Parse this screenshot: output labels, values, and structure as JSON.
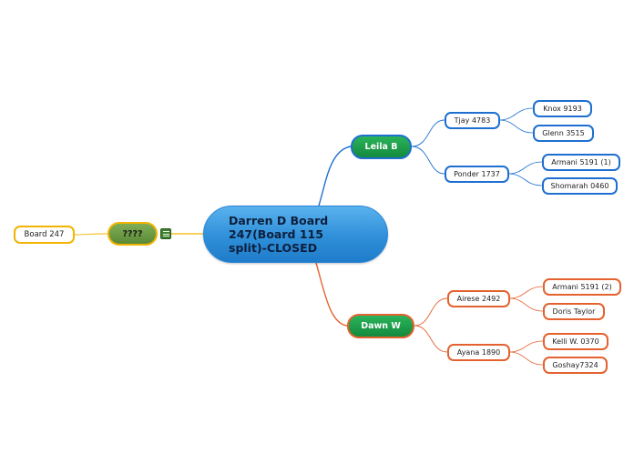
{
  "map": {
    "central_topic": "Darren D Board\n247(Board 115\nsplit)-CLOSED",
    "left_branch": {
      "label": "????",
      "child": "Board 247",
      "icon": "note-icon"
    },
    "branches": [
      {
        "label": "Leila B",
        "color": "#1e6fd0",
        "children": [
          {
            "label": "Tjay 4783",
            "children": [
              "Knox 9193",
              "Glenn 3515"
            ]
          },
          {
            "label": "Ponder 1737",
            "children": [
              "Armani 5191 (1)",
              "Shomarah 0460"
            ]
          }
        ]
      },
      {
        "label": "Dawn W",
        "color": "#e4622f",
        "children": [
          {
            "label": "Airese 2492",
            "children": [
              "Armani 5191 (2)",
              "Doris Taylor"
            ]
          },
          {
            "label": "Ayana 1890",
            "children": [
              "Kelli W. 0370",
              "Goshay7324"
            ]
          }
        ]
      }
    ],
    "colors": {
      "blue_branch": "#1e6fd0",
      "red_branch": "#e4622f",
      "yellow_branch": "#f2b400",
      "central_fill": "#3a9be0",
      "main_node_fill": "#1e9a4a"
    }
  }
}
